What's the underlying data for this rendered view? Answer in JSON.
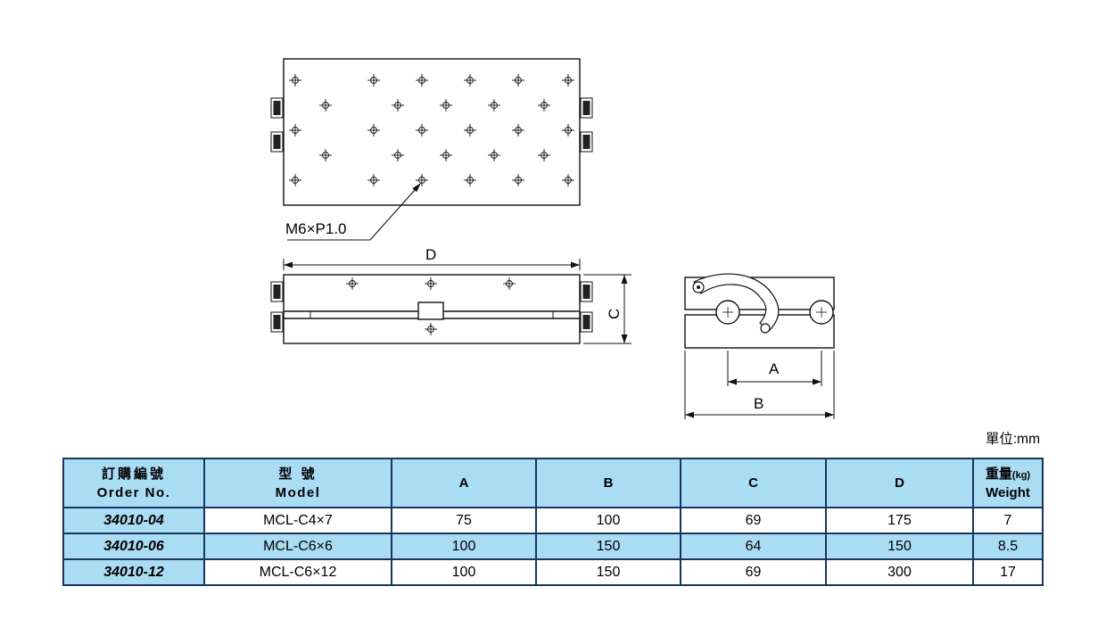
{
  "unit_label": "單位:mm",
  "drawing": {
    "thread_callout": "M6×P1.0",
    "dim_labels": {
      "a": "A",
      "b": "B",
      "c": "C",
      "d": "D"
    }
  },
  "table": {
    "headers": {
      "order_zh": "訂購編號",
      "order_en": "Order No.",
      "model_zh": "型 號",
      "model_en": "Model",
      "col_a": "A",
      "col_b": "B",
      "col_c": "C",
      "col_d": "D",
      "weight_zh": "重量",
      "weight_unit": "(kg)",
      "weight_en": "Weight"
    },
    "rows": [
      {
        "order": "34010-04",
        "model": "MCL-C4×7",
        "a": "75",
        "b": "100",
        "c": "69",
        "d": "175",
        "weight": "7"
      },
      {
        "order": "34010-06",
        "model": "MCL-C6×6",
        "a": "100",
        "b": "150",
        "c": "64",
        "d": "150",
        "weight": "8.5"
      },
      {
        "order": "34010-12",
        "model": "MCL-C6×12",
        "a": "100",
        "b": "150",
        "c": "69",
        "d": "300",
        "weight": "17"
      }
    ]
  },
  "colors": {
    "table_fill": "#aadcf4",
    "table_border": "#17365d"
  }
}
